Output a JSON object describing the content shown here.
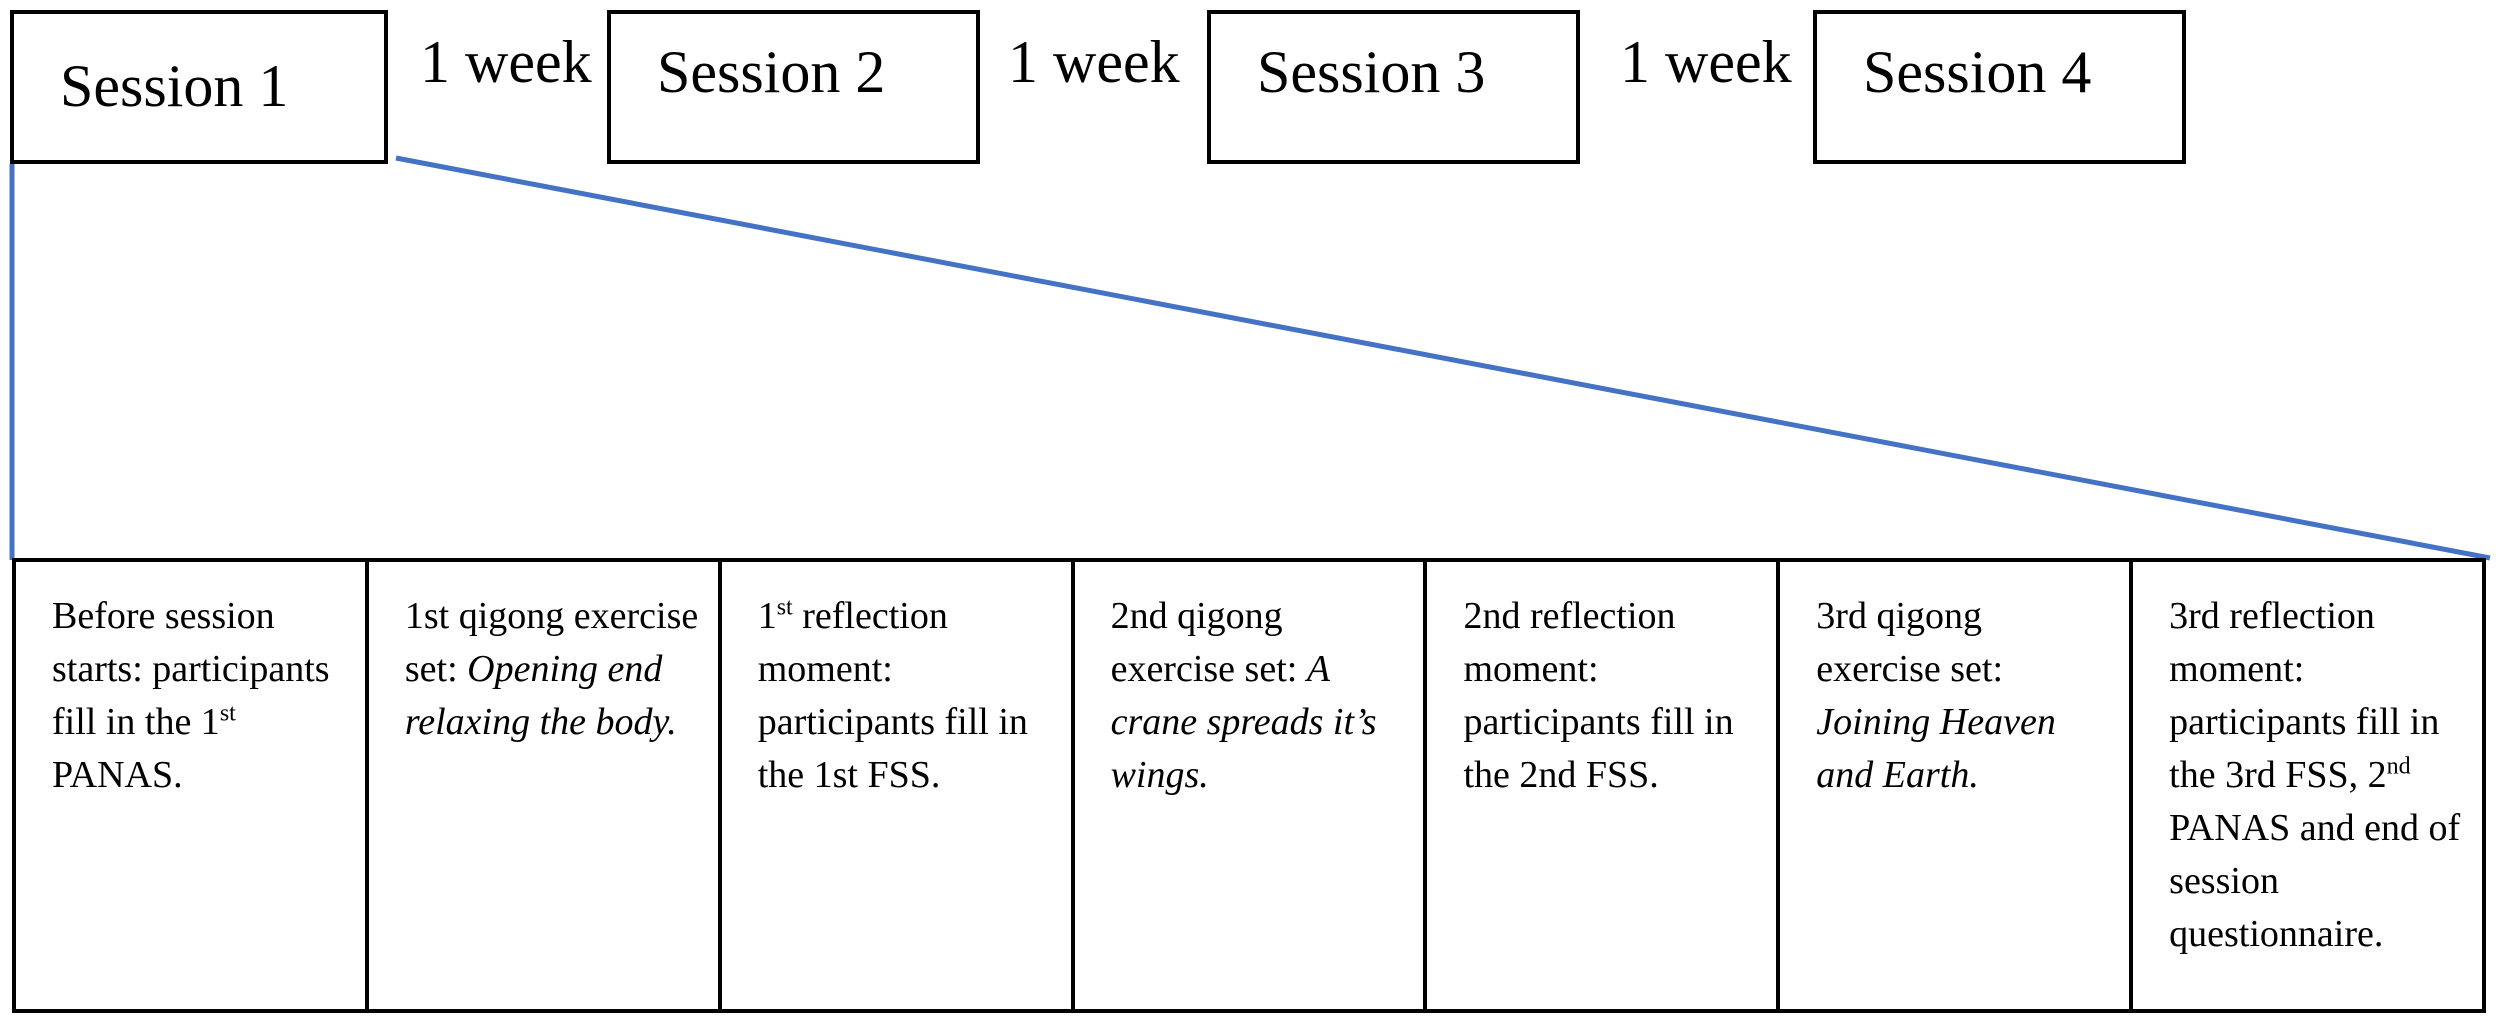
{
  "sessions": [
    {
      "label": "Session 1"
    },
    {
      "label": "Session 2"
    },
    {
      "label": "Session 3"
    },
    {
      "label": "Session 4"
    }
  ],
  "intervals": [
    {
      "label": "1 week"
    },
    {
      "label": "1 week"
    },
    {
      "label": "1 week"
    }
  ],
  "colors": {
    "connector": "#4472C4",
    "border": "#000000"
  },
  "steps": [
    {
      "text_a": "Before session starts: participants fill in the 1",
      "sup_a": "st",
      "text_b": " PANAS."
    },
    {
      "text_a": "1st qigong exercise set: ",
      "italic": "Opening end relaxing the body."
    },
    {
      "text_a": "1",
      "sup_a": "st",
      "text_b": " reflection moment: participants fill in the 1st FSS."
    },
    {
      "text_a": "2nd qigong exercise set: ",
      "italic": "A crane spreads it’s wings."
    },
    {
      "text_a": "2nd reflection moment: participants fill in the 2nd FSS."
    },
    {
      "text_a": "3rd qigong exercise set: ",
      "italic": "Joining Heaven and Earth."
    },
    {
      "text_a": "3rd reflection moment: participants fill in the 3rd FSS, 2",
      "sup_a": "nd",
      "text_b": " PANAS and end of session questionnaire."
    }
  ]
}
